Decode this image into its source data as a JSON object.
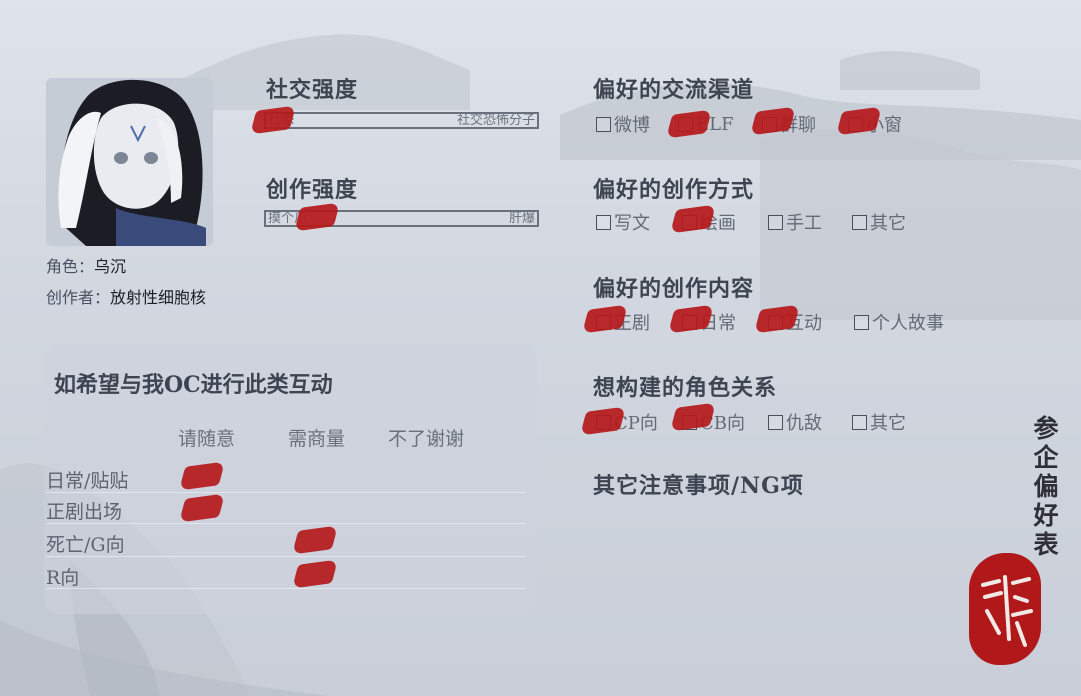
{
  "profile": {
    "role_label": "角色：",
    "role_value": "乌沉",
    "creator_label": "创作者：",
    "creator_value": "放射性细胞核"
  },
  "social": {
    "title": "社交强度",
    "left": "社恐",
    "right": "社交恐怖分子"
  },
  "creation": {
    "title": "创作强度",
    "left": "摸个爪",
    "right": "肝爆"
  },
  "channels": {
    "title": "偏好的交流渠道",
    "options": [
      "微博",
      "ELF",
      "群聊",
      "小窗"
    ]
  },
  "method": {
    "title": "偏好的创作方式",
    "options": [
      "写文",
      "绘画",
      "手工",
      "其它"
    ]
  },
  "content": {
    "title": "偏好的创作内容",
    "options": [
      "正剧",
      "日常",
      "互动",
      "个人故事"
    ]
  },
  "relations": {
    "title": "想构建的角色关系",
    "options": [
      "CP向",
      "CB向",
      "仇敌",
      "其它"
    ]
  },
  "notes": {
    "title": "其它注意事项/NG项"
  },
  "interaction": {
    "title": "如希望与我OC进行此类互动",
    "columns": [
      "请随意",
      "需商量",
      "不了谢谢"
    ],
    "rows": [
      "日常/贴贴",
      "正剧出场",
      "死亡/G向",
      "R向"
    ]
  },
  "side_title": "参企偏好表",
  "colors": {
    "mark": "#b5191b",
    "seal": "#b0181a",
    "text": "#3e4450"
  }
}
